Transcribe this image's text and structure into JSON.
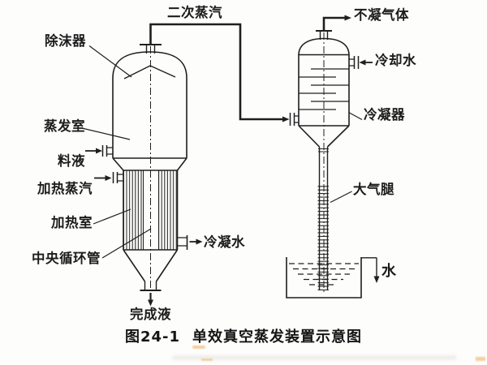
{
  "figure": {
    "caption_fig_no": "图24-1",
    "caption_title": "单效真空蒸发装置示意图"
  },
  "labels": {
    "secondary_vapor": "二次蒸汽",
    "demister": "除沫器",
    "evaporation_chamber": "蒸发室",
    "feed_liquid": "料液",
    "heating_steam": "加热蒸汽",
    "heating_chamber": "加热室",
    "central_circulation_tube": "中央循环管",
    "condensate_water": "冷凝水",
    "finished_liquid": "完成液",
    "noncondensable_gas": "不凝气体",
    "cooling_water": "冷却水",
    "condenser": "冷凝器",
    "barometric_leg": "大气腿",
    "water": "水"
  },
  "colors": {
    "ink": "#1f1f1f",
    "background": "#fdfdfc"
  }
}
